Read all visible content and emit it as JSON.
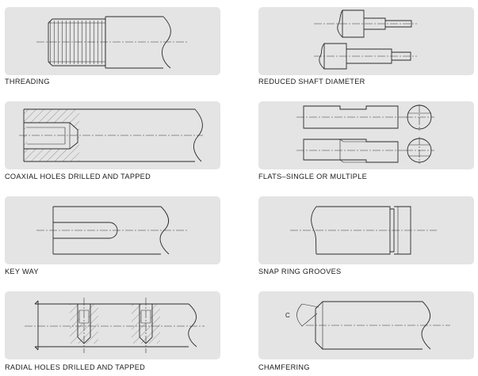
{
  "diagrams": [
    {
      "caption": "THREADING"
    },
    {
      "caption": "REDUCED SHAFT DIAMETER"
    },
    {
      "caption": "COAXIAL HOLES DRILLED AND TAPPED"
    },
    {
      "caption": "FLATS–SINGLE OR MULTIPLE"
    },
    {
      "caption": "KEY WAY"
    },
    {
      "caption": "SNAP RING GROOVES"
    },
    {
      "caption": "RADIAL HOLES DRILLED AND TAPPED"
    },
    {
      "caption": "CHAMFERING",
      "dimension_label": "C"
    }
  ]
}
